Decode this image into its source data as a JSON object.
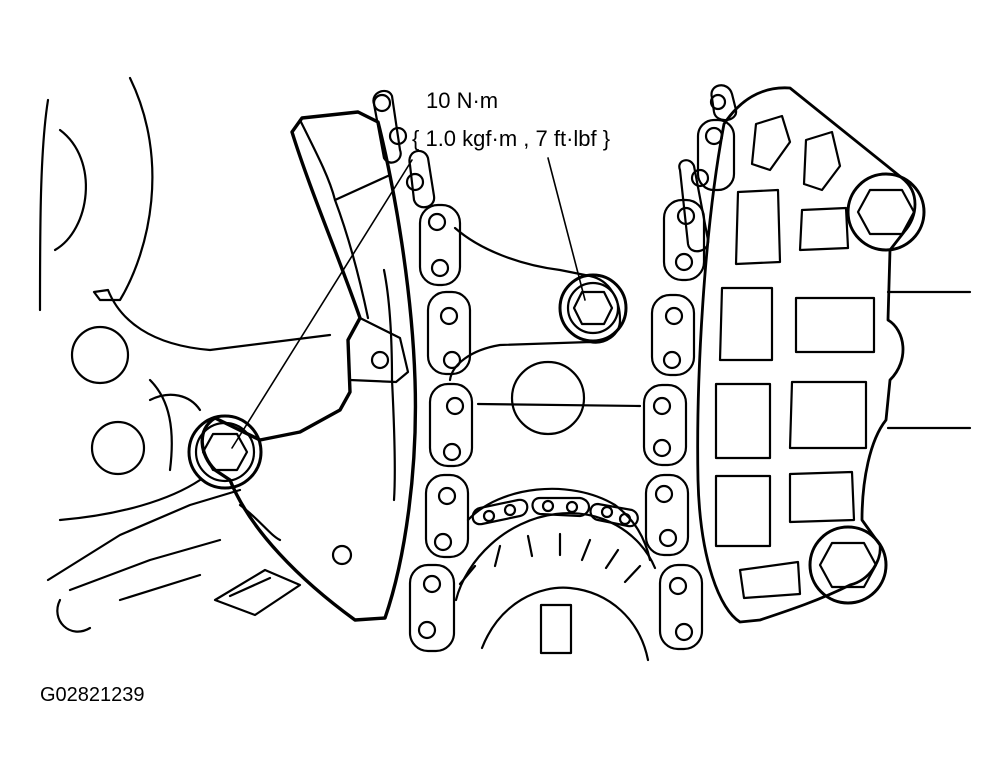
{
  "annotation": {
    "torque_value": "10 N·m",
    "torque_alternates": "{ 1.0 kgf·m , 7 ft·lbf }"
  },
  "figure_id": "G02821239",
  "colors": {
    "line": "#000000",
    "background": "#ffffff"
  }
}
